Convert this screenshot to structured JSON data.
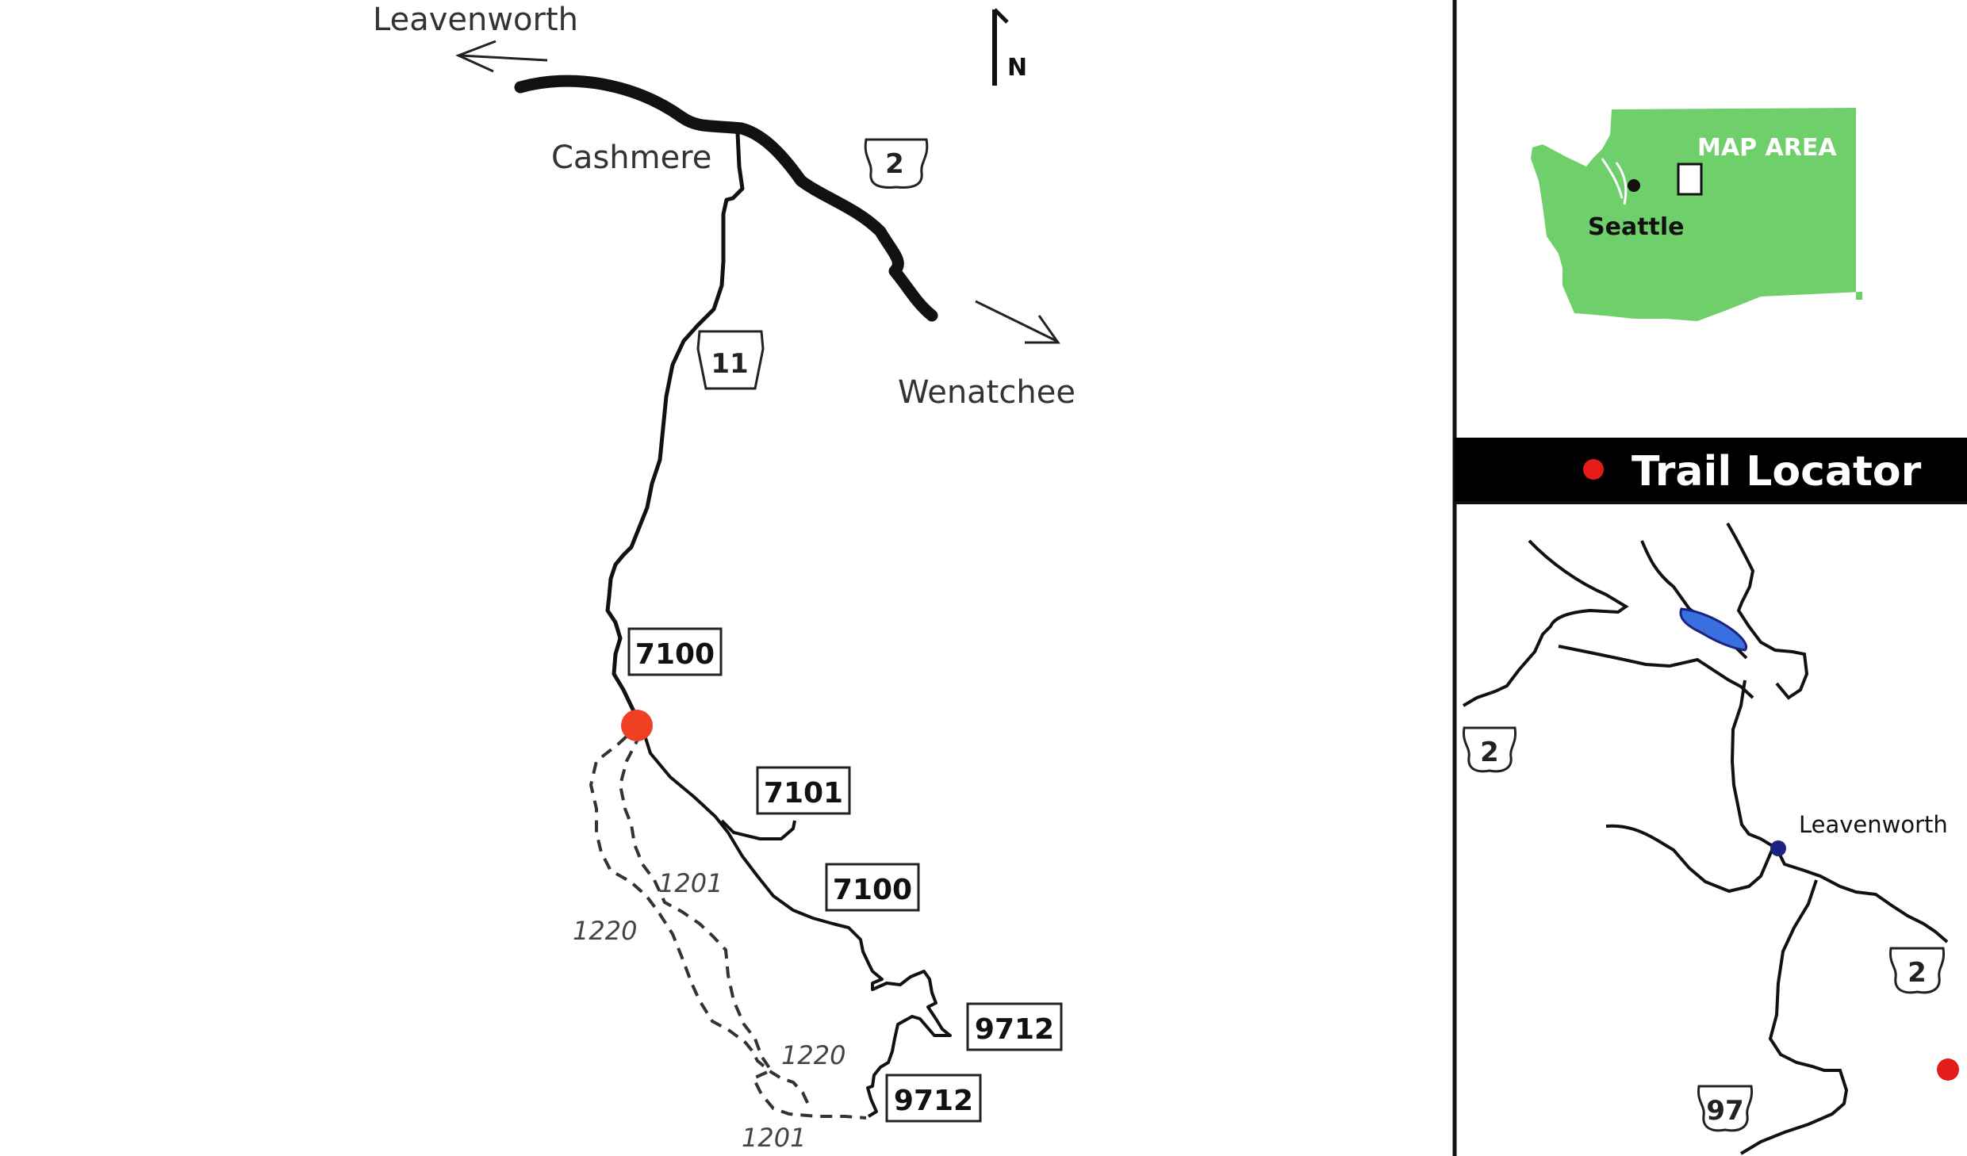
{
  "main_map": {
    "towns": {
      "leavenworth": "Leavenworth",
      "cashmere": "Cashmere",
      "wenatchee": "Wenatchee"
    },
    "north_label": "N",
    "highways": {
      "us2": "2",
      "sr11": "11"
    },
    "roads": {
      "r7100_upper": "7100",
      "r7101": "7101",
      "r7100_lower": "7100",
      "r9712_upper": "9712",
      "r9712_lower": "9712"
    },
    "trails": {
      "t1201_upper": "1201",
      "t1220_left": "1220",
      "t1220_lower": "1220",
      "t1201_bottom": "1201"
    },
    "colors": {
      "trailhead": "#ef4023",
      "line": "#111111"
    }
  },
  "inset": {
    "map_area_label": "MAP AREA",
    "seattle_label": "Seattle",
    "state_color": "#6fcf6a"
  },
  "locator": {
    "title": "Trail Locator",
    "leavenworth_label": "Leavenworth",
    "highways": {
      "us2_left": "2",
      "us2_right": "2",
      "us97": "97"
    },
    "colors": {
      "banner": "#000000",
      "dot": "#e41b1b",
      "lake": "#3a6fe0",
      "town_dot": "#1a237e"
    }
  }
}
